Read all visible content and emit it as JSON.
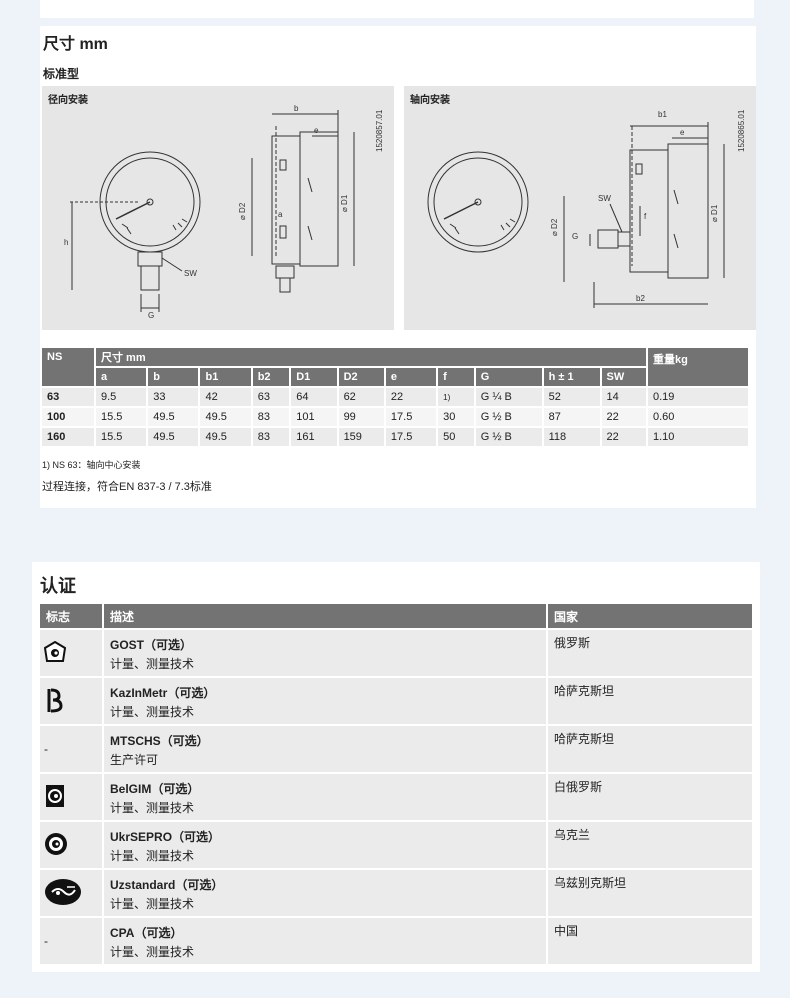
{
  "dimensions": {
    "title": "尺寸 mm",
    "subtitle": "标准型",
    "radial_label": "径向安装",
    "axial_label": "轴向安装",
    "radial_code": "1520857.01",
    "axial_code": "1520865.01",
    "radial_dims": {
      "b": "b",
      "e": "e",
      "h": "h",
      "sw": "SW",
      "g": "G",
      "a": "a",
      "d1": "⌀ D1",
      "d2": "⌀ D2"
    },
    "axial_dims": {
      "b1": "b1",
      "e": "e",
      "b2": "b2",
      "sw": "SW",
      "g": "G",
      "f": "f",
      "d1": "⌀ D1",
      "d2": "⌀ D2"
    },
    "table": {
      "col_ns": "NS",
      "col_group": "尺寸 mm",
      "col_weight": "重量kg",
      "subcols": [
        "a",
        "b",
        "b1",
        "b2",
        "D1",
        "D2",
        "e",
        "f",
        "G",
        "h ± 1",
        "SW"
      ],
      "rows": [
        [
          "63",
          "9.5",
          "33",
          "42",
          "63",
          "64",
          "62",
          "22",
          "1)",
          "G ¼ B",
          "52",
          "14",
          "0.19"
        ],
        [
          "100",
          "15.5",
          "49.5",
          "49.5",
          "83",
          "101",
          "99",
          "17.5",
          "30",
          "G ½ B",
          "87",
          "22",
          "0.60"
        ],
        [
          "160",
          "15.5",
          "49.5",
          "49.5",
          "83",
          "161",
          "159",
          "17.5",
          "50",
          "G ½ B",
          "118",
          "22",
          "1.10"
        ]
      ]
    },
    "footnote": "1) NS 63：轴向中心安装",
    "process_note": "过程连接，符合EN 837-3 / 7.3标准"
  },
  "certs": {
    "title": "认证",
    "headers": [
      "标志",
      "描述",
      "国家"
    ],
    "rows": [
      {
        "logo": "gost-logo-icon",
        "logo_text": "",
        "name": "GOST（可选）",
        "desc": "计量、测量技术",
        "country": "俄罗斯"
      },
      {
        "logo": "kazinmetr-logo-icon",
        "logo_text": "",
        "name": "KazInMetr（可选）",
        "desc": "计量、测量技术",
        "country": "哈萨克斯坦"
      },
      {
        "logo": "none",
        "logo_text": "-",
        "name": "MTSCHS（可选）",
        "desc": "生产许可",
        "country": "哈萨克斯坦"
      },
      {
        "logo": "belgim-logo-icon",
        "logo_text": "",
        "name": "BelGIM（可选）",
        "desc": "计量、测量技术",
        "country": "白俄罗斯"
      },
      {
        "logo": "ukrsepro-logo-icon",
        "logo_text": "",
        "name": "UkrSEPRO（可选）",
        "desc": "计量、测量技术",
        "country": "乌克兰"
      },
      {
        "logo": "uzstandard-logo-icon",
        "logo_text": "",
        "name": "Uzstandard（可选）",
        "desc": "计量、测量技术",
        "country": "乌兹别克斯坦"
      },
      {
        "logo": "none",
        "logo_text": "-",
        "name": "CPA（可选）",
        "desc": "计量、测量技术",
        "country": "中国"
      }
    ]
  }
}
